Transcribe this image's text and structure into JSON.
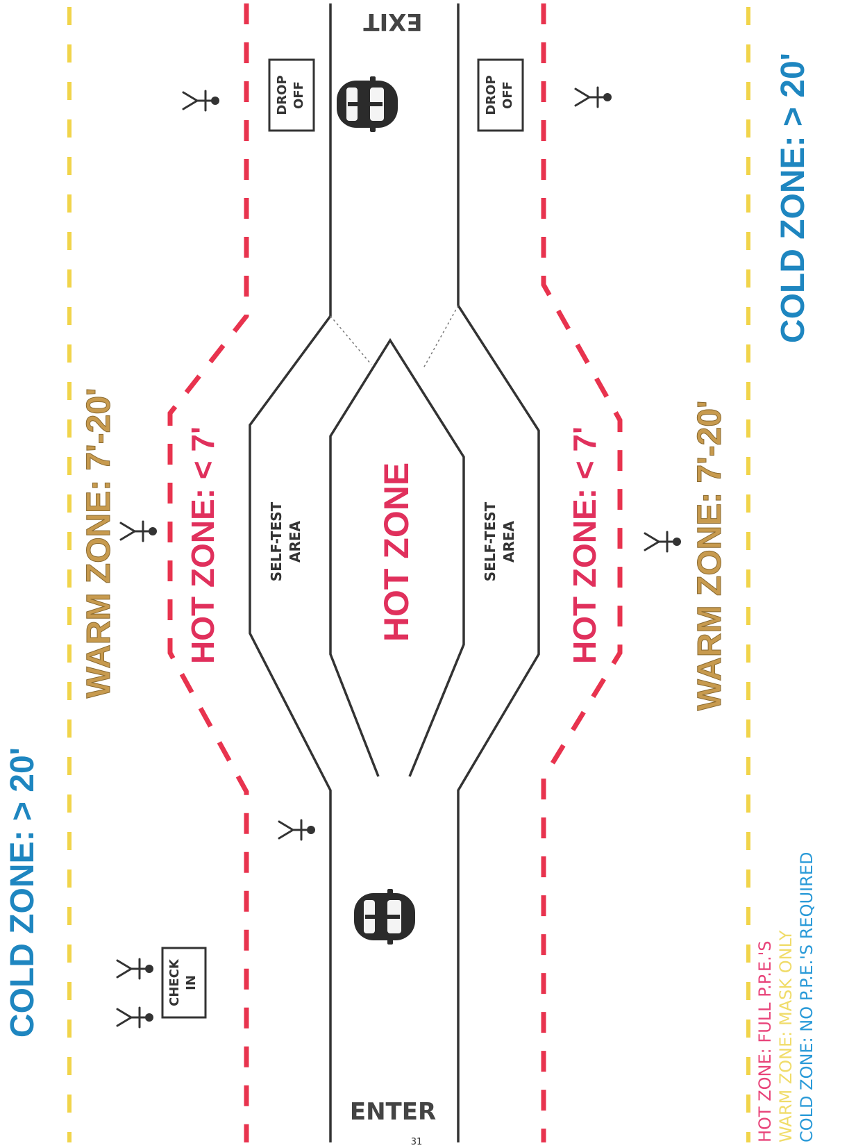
{
  "zones": {
    "cold_left": "COLD ZONE: > 20'",
    "cold_right": "COLD ZONE: > 20'",
    "warm_left": "WARM ZONE: 7'-20'",
    "warm_right": "WARM ZONE: 7'-20'",
    "hot_left": "HOT ZONE: < 7'",
    "hot_right": "HOT ZONE: < 7'",
    "hot_center": "HOT ZONE"
  },
  "areas": {
    "self_test_line1": "SELF-TEST",
    "self_test_line2": "AREA",
    "drop_off_line1": "DROP",
    "drop_off_line2": "OFF",
    "check_in_line1": "CHECK",
    "check_in_line2": "IN"
  },
  "road": {
    "enter": "ENTER",
    "exit": "EXIT"
  },
  "legend": {
    "hot": "HOT ZONE: FULL P.P.E.'S",
    "warm": "WARM ZONE: MASK ONLY",
    "cold": "COLD ZONE: NO P.P.E.'S REQUIRED"
  },
  "page_number": "31",
  "colors": {
    "cold": "#1e86c0",
    "warm": "#c79a4e",
    "hot": "#e0305c",
    "yellow_line": "#f1d44a",
    "red_line": "#e8334e",
    "legend_warm": "#f0dc6a",
    "legend_cold": "#2a9ad8",
    "road_line": "#333333"
  }
}
